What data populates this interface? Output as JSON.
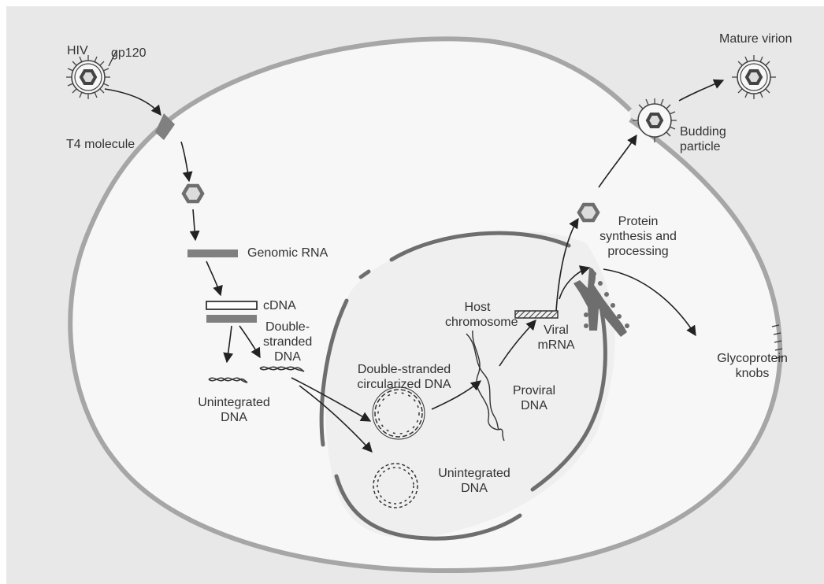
{
  "labels": {
    "hiv": "HIV",
    "gp120": "gp120",
    "t4_molecule": "T4 molecule",
    "genomic_rna": "Genomic RNA",
    "cdna": "cDNA",
    "double_stranded_dna": [
      "Double-",
      "stranded",
      "DNA"
    ],
    "unintegrated_dna_left": [
      "Unintegrated",
      "DNA"
    ],
    "double_stranded_circularized_dna": [
      "Double-stranded",
      "circularized DNA"
    ],
    "unintegrated_dna_nucleus": [
      "Unintegrated",
      "DNA"
    ],
    "host_chromosome": [
      "Host",
      "chromosome"
    ],
    "proviral_dna": [
      "Proviral",
      "DNA"
    ],
    "viral_mrna": [
      "Viral",
      "mRNA"
    ],
    "protein_synthesis": [
      "Protein",
      "synthesis and",
      "processing"
    ],
    "budding_particle": [
      "Budding",
      "particle"
    ],
    "mature_virion": "Mature virion",
    "glycoprotein_knobs": [
      "Glycoprotein",
      "knobs"
    ]
  },
  "colors": {
    "background": "#e8e8e8",
    "cell_fill": "#f7f7f7",
    "membrane": "#a6a6a6",
    "nucleus_fill": "#efefef",
    "nuclear_envelope": "#6e6e6e",
    "dark": "#333333"
  }
}
